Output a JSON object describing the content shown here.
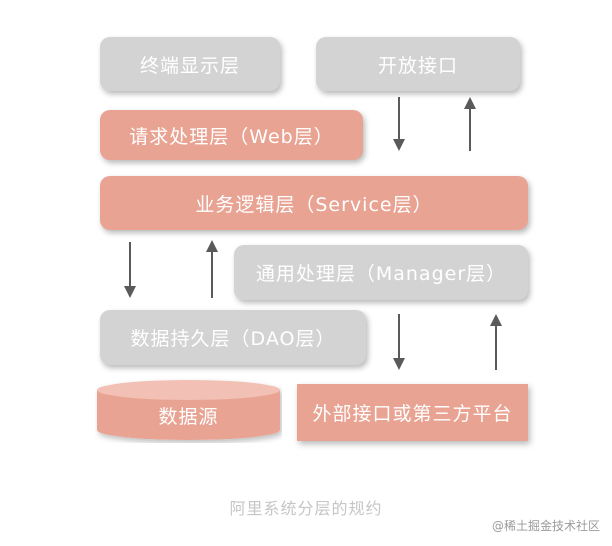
{
  "diagram": {
    "terminal_layer": "终端显示层",
    "open_interface": "开放接口",
    "web_layer": "请求处理层（Web层）",
    "service_layer": "业务逻辑层（Service层）",
    "manager_layer": "通用处理层（Manager层）",
    "dao_layer": "数据持久层（DAO层）",
    "data_source": "数据源",
    "external_interface": "外部接口或第三方平台",
    "caption": "阿里系统分层的规约",
    "watermark": "@稀土掘金技术社区"
  },
  "colors": {
    "gray_box": "#d3d3d3",
    "salmon_box": "#e9a393",
    "arrow": "#5a5a5a"
  }
}
